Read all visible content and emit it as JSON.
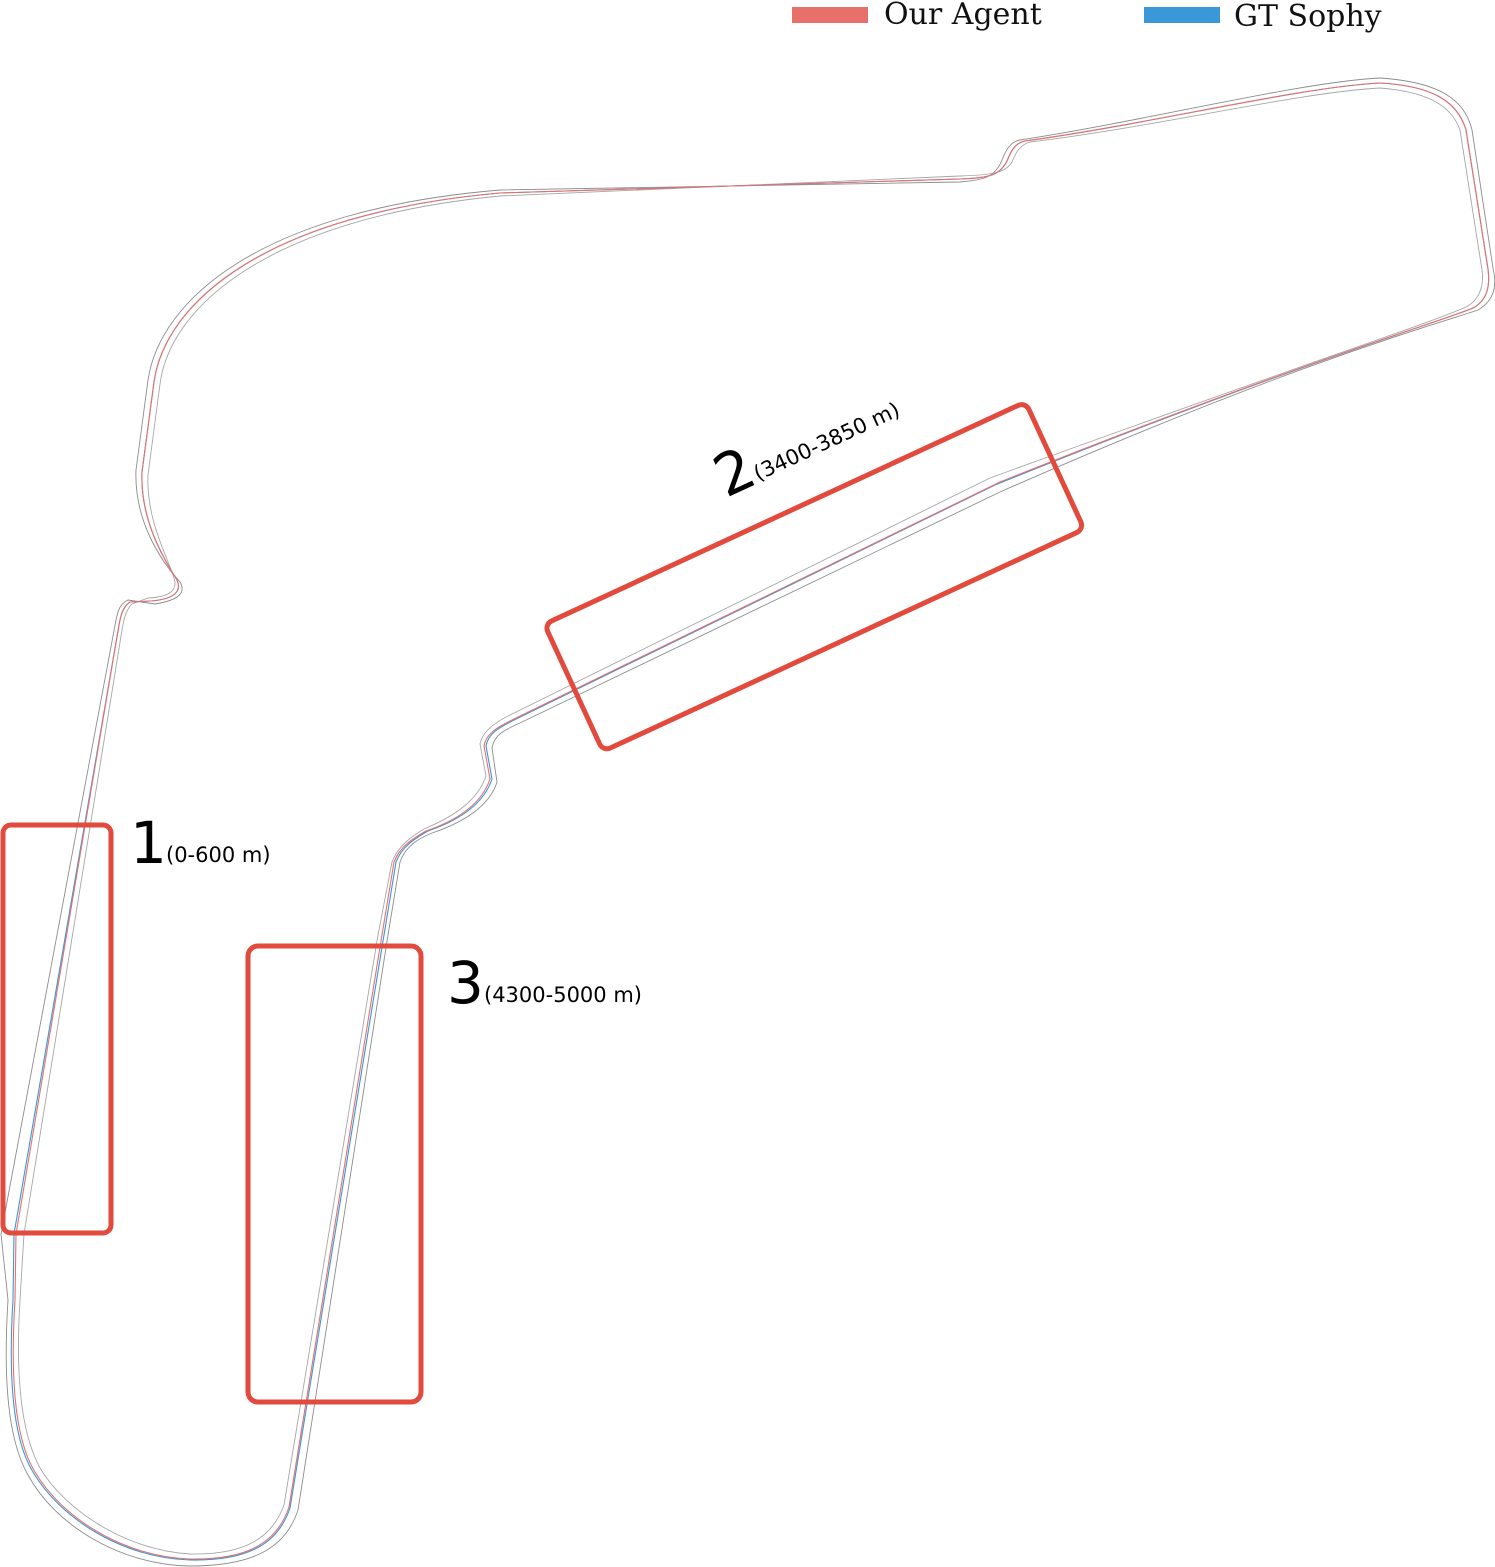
{
  "legend": {
    "agent_label": "Our Agent",
    "sophy_label": "GT Sophy"
  },
  "sections": [
    {
      "number": "1",
      "range": "(0-600 m)"
    },
    {
      "number": "2",
      "range": "(3400-3850 m)"
    },
    {
      "number": "3",
      "range": "(4300-5000 m)"
    }
  ],
  "colors": {
    "agent_line": "#e8706a",
    "sophy_line": "#3a97d8",
    "track_edge": "#8c8c8c",
    "highlight_box": "#e24a3e"
  }
}
